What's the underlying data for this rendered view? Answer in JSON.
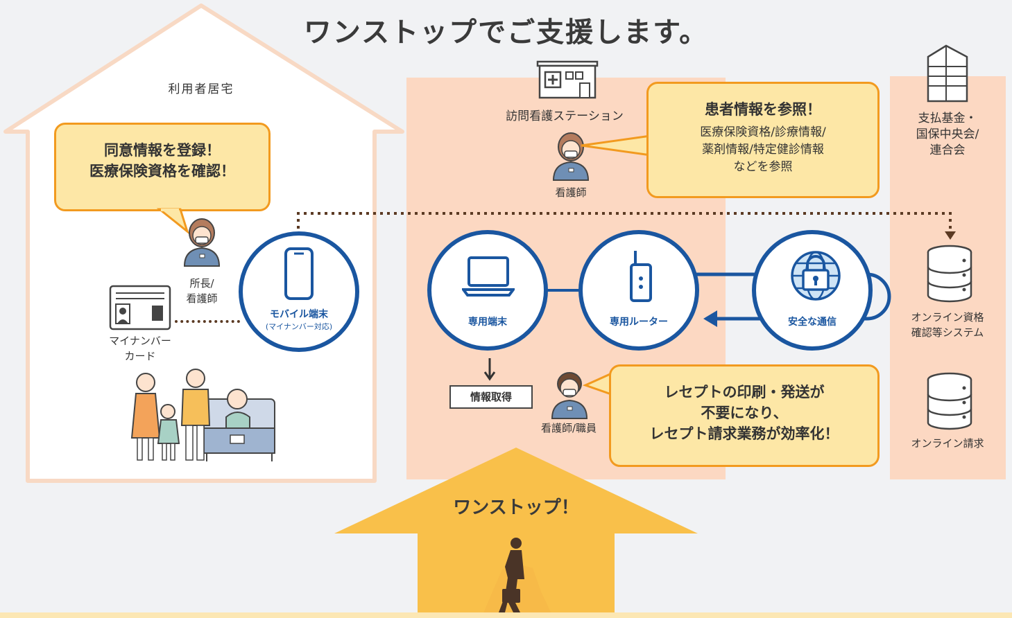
{
  "headline": "ワンストップでご支援します。",
  "home": {
    "title": "利用者居宅",
    "bubble_line1": "同意情報を登録！",
    "bubble_line2": "医療保険資格を確認！",
    "director_label1": "所長/",
    "director_label2": "看護師",
    "card_label1": "マイナンバー",
    "card_label2": "カード",
    "mobile_label": "モバイル端末",
    "mobile_sublabel": "(マイナンバー対応)"
  },
  "station": {
    "title": "訪問看護ステーション",
    "nurse_label": "看護師",
    "bubble_title": "患者情報を参照！",
    "bubble_line1": "医療保険資格/診療情報/",
    "bubble_line2": "薬剤情報/特定健診情報",
    "bubble_line3": "などを参照",
    "terminal_label": "専用端末",
    "router_label": "専用ルーター",
    "secure_label": "安全な通信",
    "info_box": "情報取得",
    "staff_label": "看護師/職員",
    "receipt_line1": "レセプトの印刷・発送が",
    "receipt_line2": "不要になり、",
    "receipt_line3": "レセプト請求業務が効率化！"
  },
  "right": {
    "org_line1": "支払基金・",
    "org_line2": "国保中央会/",
    "org_line3": "連合会",
    "system_line1": "オンライン資格",
    "system_line2": "確認等システム",
    "billing_label": "オンライン請求"
  },
  "onestop_label": "ワンストップ！",
  "colors": {
    "accent_blue": "#1a56a0",
    "bubble_fill": "#fde7a6",
    "bubble_border": "#f29a1f",
    "panel_fill": "#fcd8c2",
    "arrow_fill": "#f9c04a"
  }
}
